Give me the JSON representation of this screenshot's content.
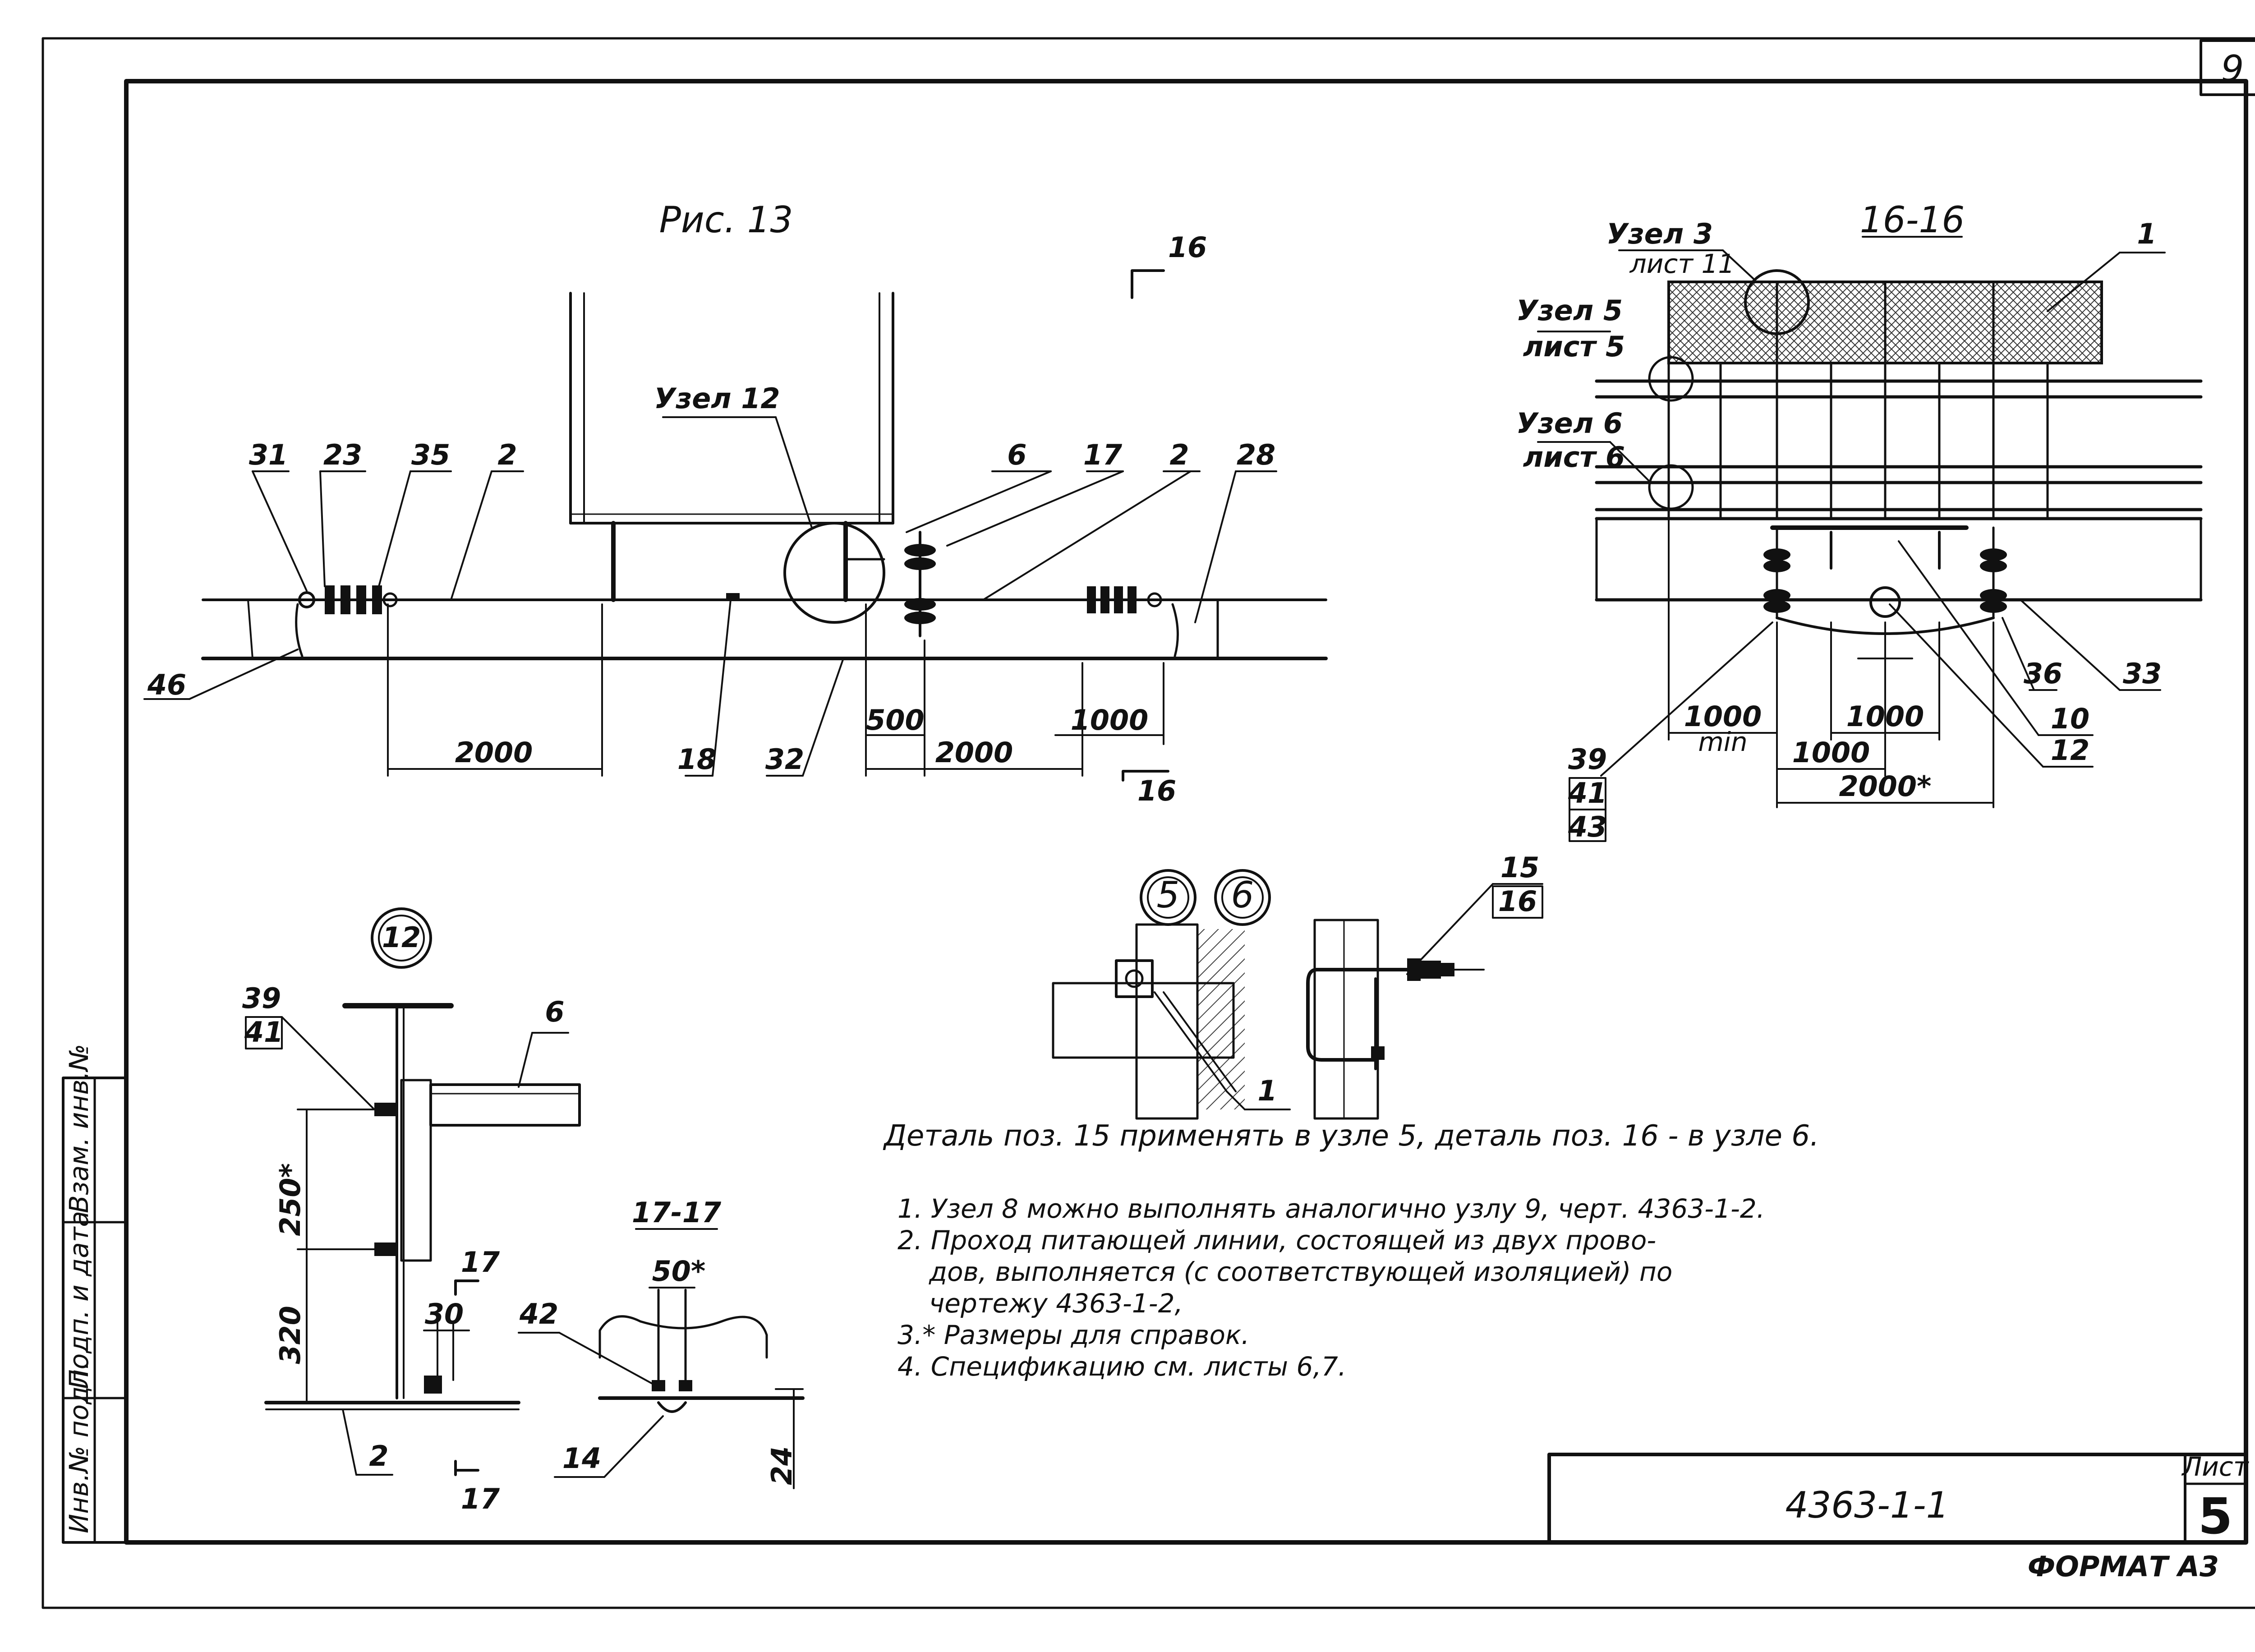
{
  "sheet": {
    "corner_number": "9",
    "doc_code": "4363-1-1",
    "sheet_label": "Лист",
    "sheet_number": "5",
    "format": "ФОРМАТ А3"
  },
  "side_stamp": [
    "Инв.№ подл.",
    "Подп. и дата",
    "Взам. инв.№"
  ],
  "fig13": {
    "title": "Рис. 13",
    "node_label": "Узел 12",
    "callouts": [
      "31",
      "23",
      "35",
      "2",
      "6",
      "17",
      "2",
      "28"
    ],
    "left_label": "46",
    "dims": [
      "2000",
      "500",
      "2000",
      "1000"
    ],
    "bottom_labels": [
      "18",
      "32"
    ],
    "section_mark": "16"
  },
  "section16": {
    "title": "16-16",
    "node3": "Узел 3",
    "node3_sheet": "лист 11",
    "node5": "Узел 5",
    "node5_sheet": "лист 5",
    "node6": "Узел 6",
    "node6_sheet": "лист 6",
    "pos_1": "1",
    "callouts_right": [
      "36",
      "33",
      "10",
      "12"
    ],
    "left_callouts": [
      "39",
      "41",
      "43"
    ],
    "dims": [
      "1000",
      "1000",
      "1000",
      "2000*"
    ],
    "min_note": "min"
  },
  "detail12": {
    "circle": "12",
    "labels": [
      "39",
      "41",
      "6",
      "2",
      "42",
      "14"
    ],
    "dims": [
      "250*",
      "320",
      "30"
    ],
    "cut_mark": "17"
  },
  "detail56": {
    "circle_a": "5",
    "circle_b": "6",
    "pos_15": "15",
    "pos_16": "16",
    "pos_1": "1",
    "caption": "Деталь поз. 15 применять в узле 5, деталь поз. 16 - в узле 6."
  },
  "section17": {
    "title": "17-17",
    "dim_top": "50*",
    "dim_right": "24"
  },
  "notes": [
    "1. Узел 8 можно выполнять аналогично узлу 9, черт. 4363-1-2.",
    "2. Проход питающей линии, состоящей из двух прово-",
    "дов, выполняется (с соответствующей изоляцией) по",
    "чертежу 4363-1-2,",
    "3.* Размеры для справок.",
    "4. Спецификацию см. листы 6,7."
  ]
}
